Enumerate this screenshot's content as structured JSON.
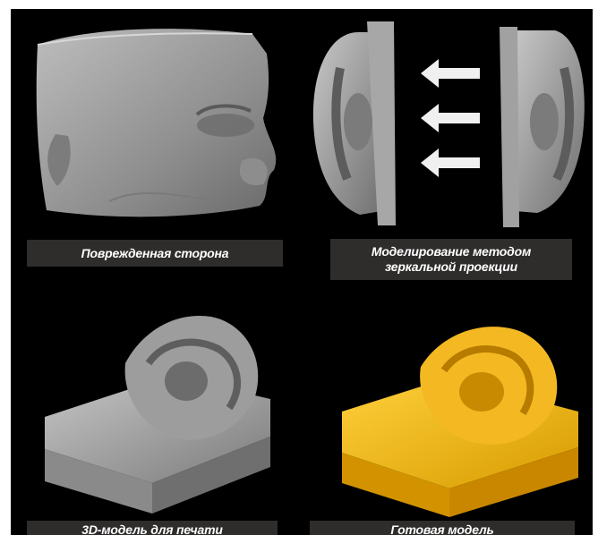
{
  "captions": {
    "damaged_side": "Поврежденная сторона",
    "mirror_modeling": "Моделирование методом\nзеркальной проекции",
    "model_3d": "3D-модель для печати",
    "final_model": "Готовая модель"
  },
  "icons": {
    "face_model": "face-scan-icon",
    "mirror_arrows": "left-arrow-icon",
    "ear_print": "ear-model-icon"
  },
  "colors": {
    "background": "#000000",
    "caption_bg": "#2f2d2c",
    "caption_text": "#ffffff",
    "scan_gray": "#9a9a9a",
    "printed_yellow": "#f2b51a"
  }
}
